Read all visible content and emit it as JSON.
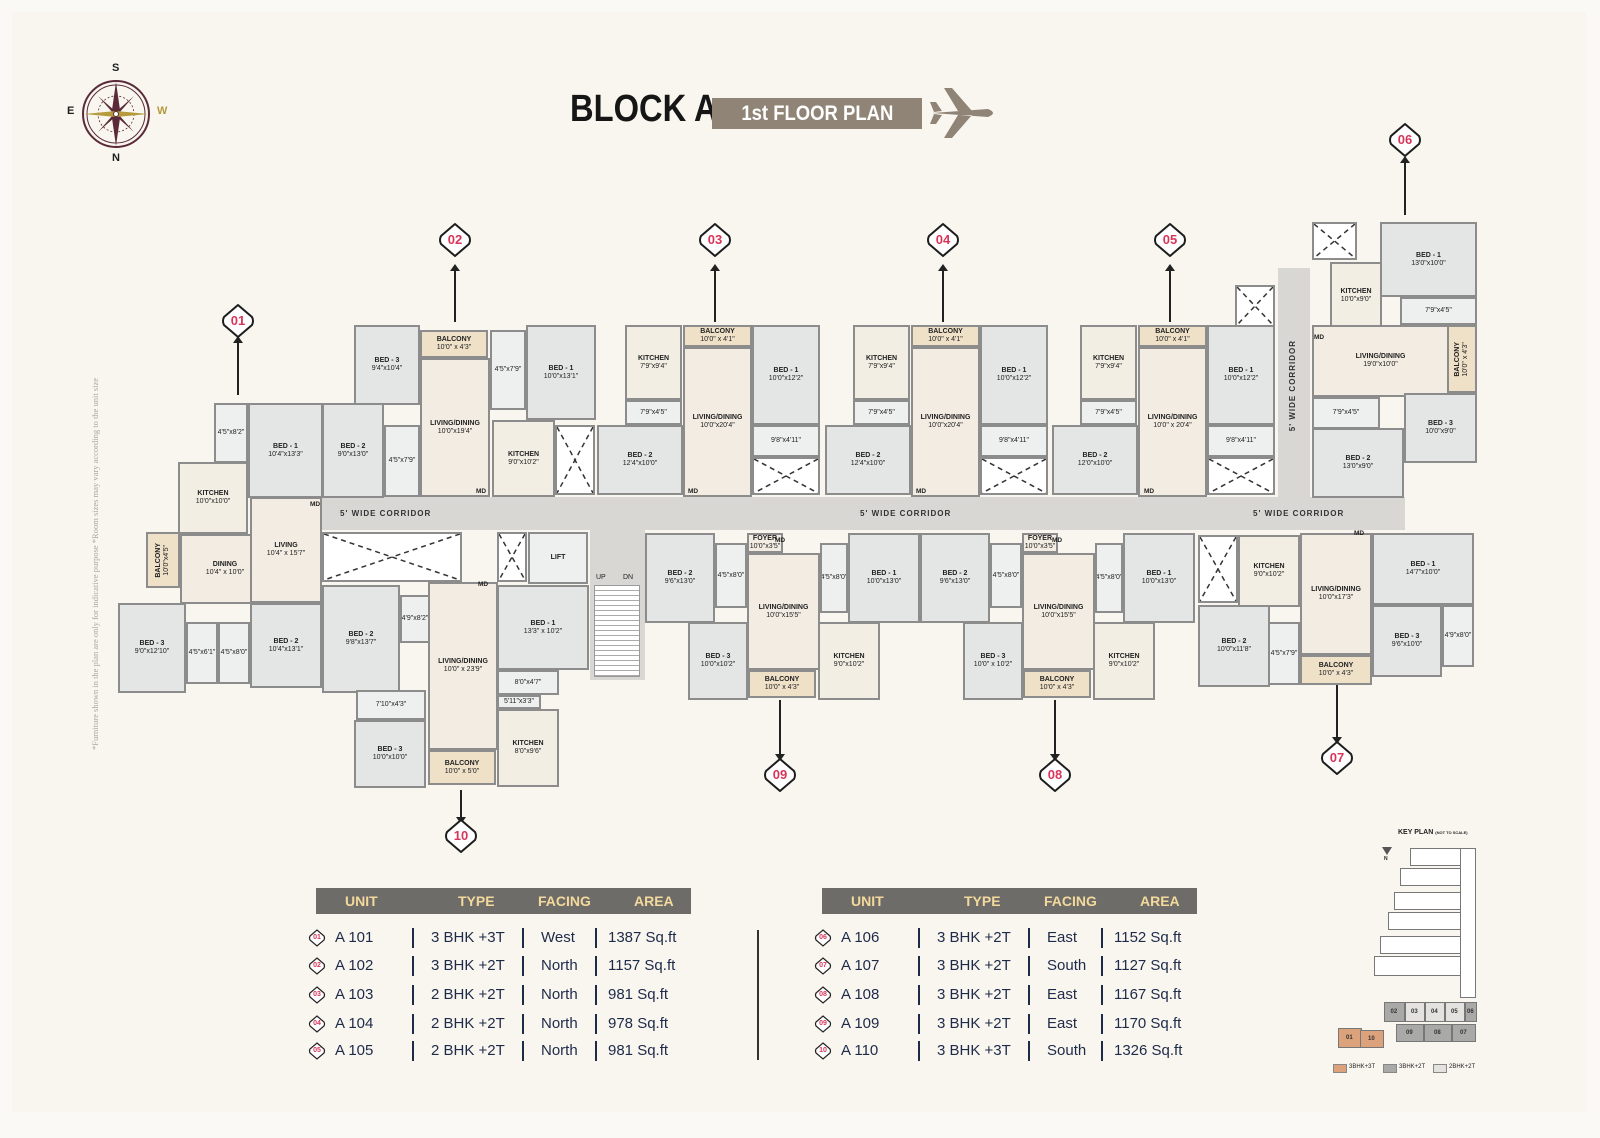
{
  "header": {
    "title": "BLOCK A",
    "badge": "1st FLOOR PLAN",
    "compass": {
      "s": "S",
      "e": "E",
      "w": "W",
      "n": "N"
    },
    "note": "*Furniture shown in the plan are only for indicative purpose *Room sizes may vary according to the unit size"
  },
  "plan": {
    "corridor_labels": [
      "5' WIDE CORRIDOR",
      "5' WIDE CORRIDOR",
      "5' WIDE CORRIDOR",
      "5' WIDE CORRIDOR"
    ],
    "lift": "LIFT",
    "up": "UP",
    "dn": "DN",
    "md": "MD",
    "unit_markers": [
      "01",
      "02",
      "03",
      "04",
      "05",
      "06",
      "07",
      "08",
      "09",
      "10"
    ],
    "rooms": [
      {
        "label": "BED - 1",
        "dim": "10'4\"x13'3\""
      },
      {
        "label": "BED - 2",
        "dim": "9'0\"x13'0\""
      },
      {
        "label": "",
        "dim": "4'5\"x8'2\""
      },
      {
        "label": "",
        "dim": "4'5\"x7'9\""
      },
      {
        "label": "KITCHEN",
        "dim": "10'0\"x10'0\""
      },
      {
        "label": "BALCONY",
        "dim": "10'0\"x4'5\""
      },
      {
        "label": "DINING",
        "dim": "10'4\" x 10'0\""
      },
      {
        "label": "LIVING",
        "dim": "10'4\" x 15'7\""
      },
      {
        "label": "BED - 3",
        "dim": "9'0\"x12'10\""
      },
      {
        "label": "",
        "dim": "4'5\"x6'1\""
      },
      {
        "label": "",
        "dim": "4'5\"x8'0\""
      },
      {
        "label": "BED - 2",
        "dim": "10'4\"x13'1\""
      },
      {
        "label": "BED - 3",
        "dim": "9'4\"x10'4\""
      },
      {
        "label": "BALCONY",
        "dim": "10'0\" x 4'3\""
      },
      {
        "label": "LIVING/DINING",
        "dim": "10'0\"x19'4\""
      },
      {
        "label": "",
        "dim": "4'5\"x7'9\""
      },
      {
        "label": "BED - 1",
        "dim": "10'0\"x13'1\""
      },
      {
        "label": "KITCHEN",
        "dim": "9'0\"x10'2\""
      },
      {
        "label": "BED - 2",
        "dim": "9'8\"x13'7\""
      },
      {
        "label": "",
        "dim": "4'9\"x8'2\""
      },
      {
        "label": "LIVING/DINING",
        "dim": "10'0\" x 23'9\""
      },
      {
        "label": "BED - 1",
        "dim": "13'3\" x 10'2\""
      },
      {
        "label": "",
        "dim": "8'0\"x4'7\""
      },
      {
        "label": "",
        "dim": "5'11\"x3'3\""
      },
      {
        "label": "KITCHEN",
        "dim": "8'0\"x9'6\""
      },
      {
        "label": "",
        "dim": "7'10\"x4'3\""
      },
      {
        "label": "BED - 3",
        "dim": "10'0\"x10'0\""
      },
      {
        "label": "BALCONY",
        "dim": "10'0\" x 5'0\""
      },
      {
        "label": "KITCHEN",
        "dim": "7'9\"x9'4\""
      },
      {
        "label": "",
        "dim": "7'9\"x4'5\""
      },
      {
        "label": "BED - 2",
        "dim": "12'4\"x10'0\""
      },
      {
        "label": "BALCONY",
        "dim": "10'0\" x 4'1\""
      },
      {
        "label": "LIVING/DINING",
        "dim": "10'0\"x20'4\""
      },
      {
        "label": "BED - 1",
        "dim": "10'0\"x12'2\""
      },
      {
        "label": "",
        "dim": "9'8\"x4'11\""
      },
      {
        "label": "KITCHEN",
        "dim": "7'9\"x9'4\""
      },
      {
        "label": "",
        "dim": "7'9\"x4'5\""
      },
      {
        "label": "BED - 2",
        "dim": "12'4\"x10'0\""
      },
      {
        "label": "BALCONY",
        "dim": "10'0\" x 4'1\""
      },
      {
        "label": "LIVING/DINING",
        "dim": "10'0\"x20'4\""
      },
      {
        "label": "BED - 1",
        "dim": "10'0\"x12'2\""
      },
      {
        "label": "",
        "dim": "9'8\"x4'11\""
      },
      {
        "label": "KITCHEN",
        "dim": "7'9\"x9'4\""
      },
      {
        "label": "",
        "dim": "7'9\"x4'5\""
      },
      {
        "label": "BED - 2",
        "dim": "12'0\"x10'0\""
      },
      {
        "label": "BALCONY",
        "dim": "10'0\" x 4'1\""
      },
      {
        "label": "LIVING/DINING",
        "dim": "10'0\" x 20'4\""
      },
      {
        "label": "BED - 1",
        "dim": "10'0\"x12'2\""
      },
      {
        "label": "",
        "dim": "9'8\"x4'11\""
      },
      {
        "label": "KITCHEN",
        "dim": "10'0\"x9'0\""
      },
      {
        "label": "BED - 1",
        "dim": "13'0\"x10'0\""
      },
      {
        "label": "",
        "dim": "7'9\"x4'5\""
      },
      {
        "label": "LIVING/DINING",
        "dim": "19'0\"x10'0\""
      },
      {
        "label": "BALCONY",
        "dim": "10'0\" x 4'3\""
      },
      {
        "label": "",
        "dim": "7'9\"x4'5\""
      },
      {
        "label": "BED - 2",
        "dim": "13'0\"x9'0\""
      },
      {
        "label": "BED - 3",
        "dim": "10'0\"x9'0\""
      },
      {
        "label": "BED - 2",
        "dim": "9'6\"x13'0\""
      },
      {
        "label": "",
        "dim": "4'5\"x8'0\""
      },
      {
        "label": "FOYER",
        "dim": "10'0\"x3'5\""
      },
      {
        "label": "LIVING/DINING",
        "dim": "10'0\"x15'5\""
      },
      {
        "label": "",
        "dim": "4'5\"x8'0\""
      },
      {
        "label": "BED - 1",
        "dim": "10'0\"x13'0\""
      },
      {
        "label": "BED - 3",
        "dim": "10'0\"x10'2\""
      },
      {
        "label": "BALCONY",
        "dim": "10'0\" x 4'3\""
      },
      {
        "label": "KITCHEN",
        "dim": "9'0\"x10'2\""
      },
      {
        "label": "BED - 2",
        "dim": "9'6\"x13'0\""
      },
      {
        "label": "",
        "dim": "4'5\"x8'0\""
      },
      {
        "label": "FOYER",
        "dim": "10'0\"x3'5\""
      },
      {
        "label": "LIVING/DINING",
        "dim": "10'0\"x15'5\""
      },
      {
        "label": "",
        "dim": "4'5\"x8'0\""
      },
      {
        "label": "BED - 1",
        "dim": "10'0\"x13'0\""
      },
      {
        "label": "BED - 3",
        "dim": "10'0\" x 10'2\""
      },
      {
        "label": "BALCONY",
        "dim": "10'0\" x 4'3\""
      },
      {
        "label": "KITCHEN",
        "dim": "9'0\"x10'2\""
      },
      {
        "label": "KITCHEN",
        "dim": "9'0\"x10'2\""
      },
      {
        "label": "LIVING/DINING",
        "dim": "10'0\"x17'3\""
      },
      {
        "label": "BED - 1",
        "dim": "14'7\"x10'0\""
      },
      {
        "label": "BED - 2",
        "dim": "10'0\"x11'8\""
      },
      {
        "label": "",
        "dim": "4'5\"x7'9\""
      },
      {
        "label": "BALCONY",
        "dim": "10'0\" x 4'3\""
      },
      {
        "label": "BED - 3",
        "dim": "9'6\"x10'0\""
      },
      {
        "label": "",
        "dim": "4'9\"x8'0\""
      }
    ]
  },
  "tables": {
    "headers": {
      "unit": "UNIT",
      "type": "TYPE",
      "facing": "FACING",
      "area": "AREA"
    },
    "left": [
      {
        "no": "01",
        "unit": "A 101",
        "type": "3 BHK +3T",
        "facing": "West",
        "area": "1387 Sq.ft"
      },
      {
        "no": "02",
        "unit": "A 102",
        "type": "3 BHK +2T",
        "facing": "North",
        "area": "1157 Sq.ft"
      },
      {
        "no": "03",
        "unit": "A 103",
        "type": "2 BHK +2T",
        "facing": "North",
        "area": "981 Sq.ft"
      },
      {
        "no": "04",
        "unit": "A 104",
        "type": "2 BHK +2T",
        "facing": "North",
        "area": "978 Sq.ft"
      },
      {
        "no": "05",
        "unit": "A 105",
        "type": "2 BHK +2T",
        "facing": "North",
        "area": "981 Sq.ft"
      }
    ],
    "right": [
      {
        "no": "06",
        "unit": "A 106",
        "type": "3 BHK +2T",
        "facing": "East",
        "area": "1152 Sq.ft"
      },
      {
        "no": "07",
        "unit": "A 107",
        "type": "3 BHK +2T",
        "facing": "South",
        "area": "1127 Sq.ft"
      },
      {
        "no": "08",
        "unit": "A 108",
        "type": "3 BHK +2T",
        "facing": "East",
        "area": "1167 Sq.ft"
      },
      {
        "no": "09",
        "unit": "A 109",
        "type": "3 BHK +2T",
        "facing": "East",
        "area": "1170 Sq.ft"
      },
      {
        "no": "10",
        "unit": "A 110",
        "type": "3 BHK +3T",
        "facing": "South",
        "area": "1326 Sq.ft"
      }
    ]
  },
  "key_plan": {
    "title": "KEY PLAN",
    "subtitle": "(NOT TO SCALE)",
    "north": "N",
    "units": [
      "01",
      "02",
      "03",
      "04",
      "05",
      "06",
      "07",
      "08",
      "09",
      "10"
    ],
    "legend": [
      {
        "label": "3BHK+3T",
        "color": "#dba27c"
      },
      {
        "label": "3BHK+2T",
        "color": "#a9a9a7"
      },
      {
        "label": "2BHK+2T",
        "color": "#e3e2de"
      }
    ]
  },
  "colors": {
    "accent": "#d7365a",
    "badge": "#8f8476",
    "table_header": "#6d6c69",
    "table_text": "#1d2a48"
  }
}
